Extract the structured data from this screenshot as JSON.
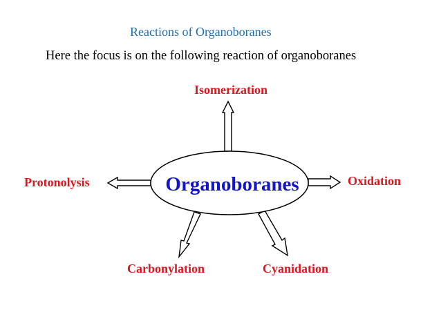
{
  "slide": {
    "title": "Reactions of Organoboranes",
    "subtitle": "Here the focus is on the following reaction of organoboranes"
  },
  "diagram": {
    "center": "Organoboranes",
    "reactions": {
      "top": "Isomerization",
      "left": "Protonolysis",
      "right": "Oxidation",
      "bottom_left": "Carbonylation",
      "bottom_right": "Cyanidation"
    }
  },
  "colors": {
    "title": "#1e6fb4",
    "subtitle": "#000000",
    "center_text": "#1515c8",
    "reaction_text": "#e0141c",
    "outline": "#000000"
  }
}
